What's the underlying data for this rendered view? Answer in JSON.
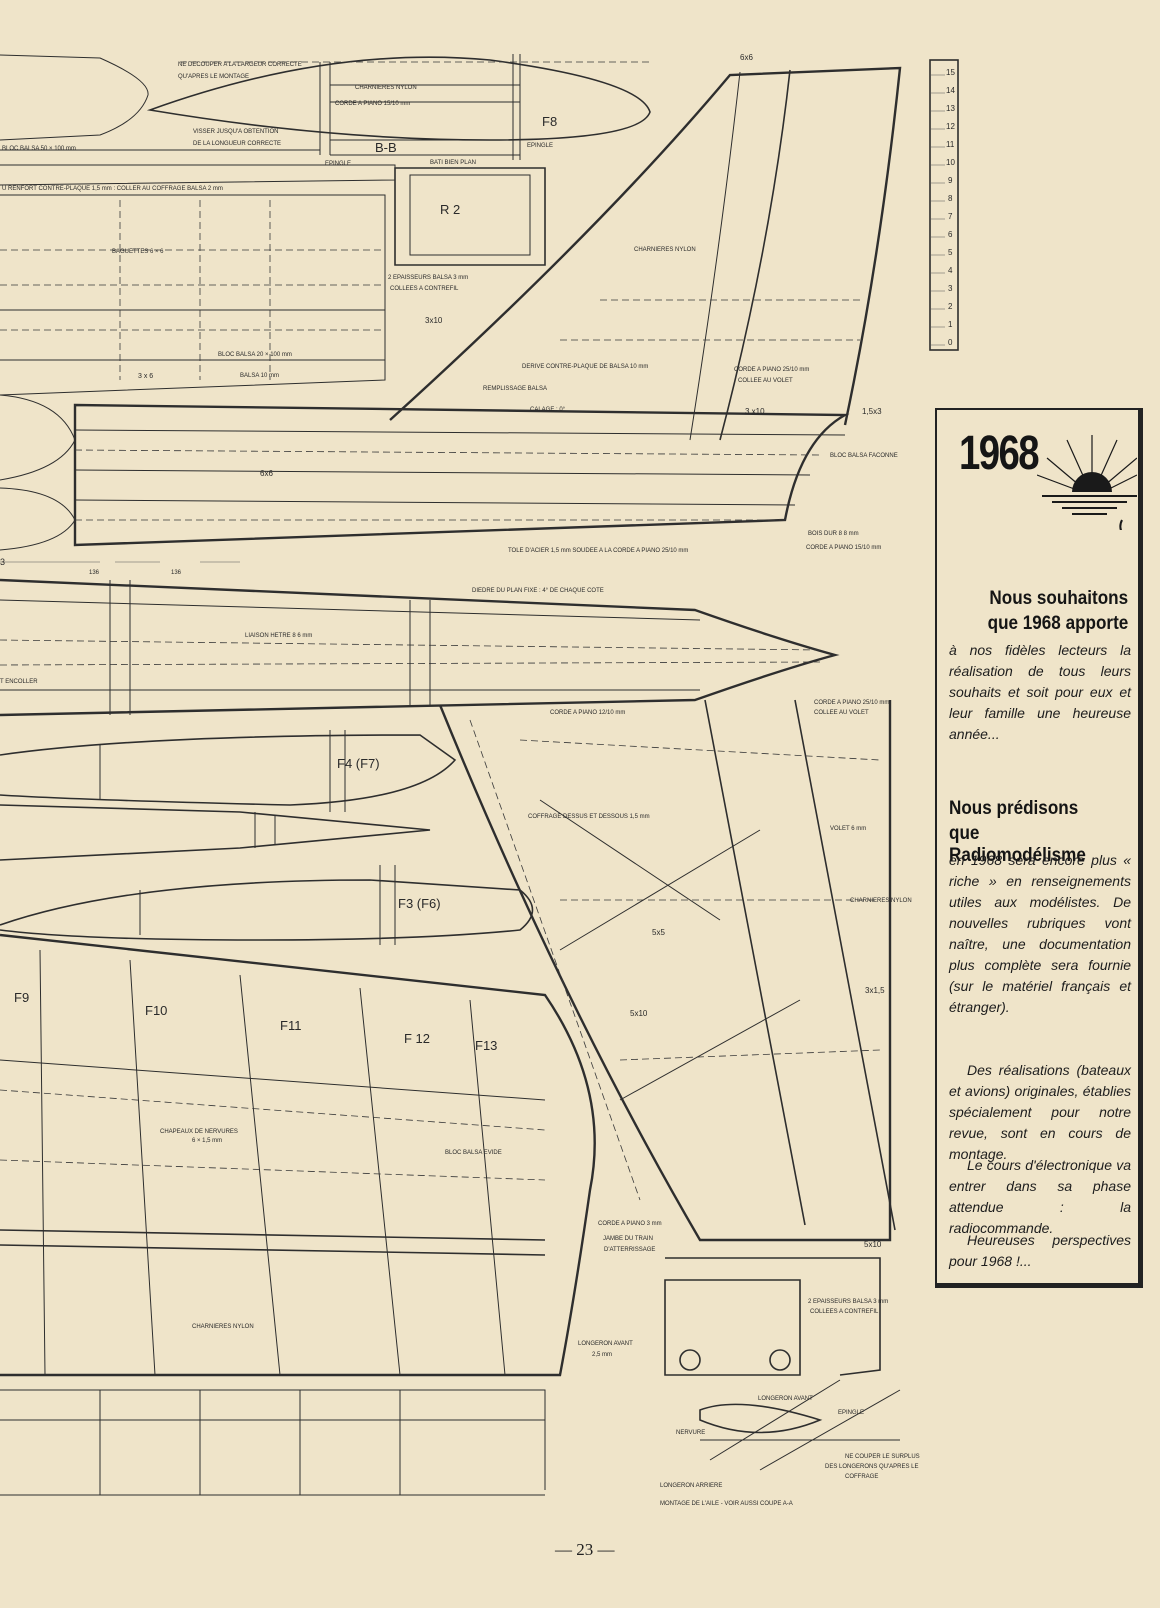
{
  "drawing": {
    "notes": {
      "decouper": "NE DECOUPER A LA LARGEUR CORRECTE",
      "apres_montage": "QU'APRES LE MONTAGE",
      "charnieres_top": "CHARNIERES NYLON",
      "corde_piano_15": "CORDE A PIANO 15/10 mm",
      "visser": "VISSER JUSQU'A OBTENTION",
      "longueur": "DE LA LONGUEUR CORRECTE",
      "bloc_balsa_50": "BLOC BALSA 50 × 100 mm",
      "epingle_left": "EPINGLE",
      "bb": "B-B",
      "epingle_right": "EPINGLE",
      "bati": "BATI BIEN PLAN",
      "f8": "F8",
      "renfort": "U RENFORT CONTRE-PLAQUE 1,5 mm : COLLER AU COFFRAGE BALSA 2 mm",
      "baguettes": "BAGUETTES 6 × 6",
      "r2": "R 2",
      "epaisseurs_top_1": "2 EPAISSEURS BALSA 3 mm",
      "epaisseurs_top_2": "COLLEES A CONTREFIL",
      "s3x10_a": "3x10",
      "bloc_balsa_20": "BLOC BALSA 20 × 100 mm",
      "s3x6": "3 x 6",
      "balsa_10": "BALSA 10 mm",
      "charnieres_fin": "CHARNIERES NYLON",
      "s6x6_top": "6x6",
      "derive": "DERIVE CONTRE-PLAQUE DE BALSA 10 mm",
      "corde_piano_25_a_1": "CORDE A PIANO 25/10 mm",
      "corde_piano_25_a_2": "COLLEE AU VOLET",
      "remplissage": "REMPLISSAGE BALSA",
      "calage": "CALAGE : 0°",
      "s3x10_b": "3 x10",
      "s15x3": "1,5x3",
      "bloc_faconne": "BLOC BALSA FACONNE",
      "s6x6_body": "6x6",
      "bois_dur": "BOIS DUR 8 8 mm",
      "corde_piano_15_b": "CORDE A PIANO 15/10 mm",
      "tole": "TOLE D'ACIER 1,5 mm SOUDEE A LA CORDE A PIANO 25/10 mm",
      "n3": "3",
      "d136_a": "136",
      "d136_b": "136",
      "diedre": "DIEDRE DU PLAN FIXE : 4° DE CHAQUE COTE",
      "liaison": "LIAISON HETRE 8 6 mm",
      "encoller": "T ENCOLLER",
      "corde_piano_12": "CORDE A PIANO 12/10 mm",
      "corde_piano_25_b_1": "CORDE A PIANO 25/10 mm",
      "corde_piano_25_b_2": "COLLEE AU VOLET",
      "f4": "F4 (F7)",
      "coffrage": "COFFRAGE DESSUS ET DESSOUS 1,5 mm",
      "volet": "VOLET 6 mm",
      "charnieres_stab": "CHARNIERES NYLON",
      "f3": "F3 (F6)",
      "s5x5": "5x5",
      "s5x10_a": "5x10",
      "s3x15": "3x1,5",
      "f9": "F9",
      "f10": "F10",
      "f11": "F11",
      "f12": "F 12",
      "f13": "F13",
      "chapeaux_1": "CHAPEAUX DE NERVURES",
      "chapeaux_2": "6 × 1,5 mm",
      "bloc_evide": "BLOC BALSA EVIDE",
      "corde_piano_3": "CORDE A PIANO 3 mm",
      "jambe_1": "JAMBE DU TRAIN",
      "jambe_2": "D'ATTERRISSAGE",
      "s5x10_b": "5x10",
      "epaisseurs_bot_1": "2 EPAISSEURS BALSA 3 mm",
      "epaisseurs_bot_2": "COLLEES A CONTREFIL",
      "charnieres_wing": "CHARNIERES NYLON",
      "longeron_avant_1": "LONGERON AVANT",
      "longeron_avant_2": "2,5 mm",
      "longeron_avant_detail": "LONGERON AVANT",
      "epingle_detail": "EPINGLE",
      "nervure": "NERVURE",
      "ne_couper_1": "NE COUPER LE SURPLUS",
      "ne_couper_2": "DES LONGERONS QU'APRES LE",
      "ne_couper_3": "COFFRAGE",
      "longeron_arriere": "LONGERON ARRIERE",
      "montage": "MONTAGE DE L'AILE - VOIR AUSSI COUPE A-A"
    },
    "ruler": [
      "0",
      "1",
      "2",
      "3",
      "4",
      "5",
      "6",
      "7",
      "8",
      "9",
      "10",
      "11",
      "12",
      "13",
      "14",
      "15"
    ]
  },
  "panel": {
    "year": "1968",
    "heading1_line1": "Nous souhaitons",
    "heading1_line2": "que 1968 apporte",
    "para1": "à nos fidèles lecteurs la réalisation de tous leurs souhaits et soit pour eux et leur famille une heureuse année...",
    "heading2_line1": "Nous prédisons",
    "heading2_line2": "que Radiomodélisme",
    "para2": "en 1968 sera encore plus « riche » en renseignements utiles aux modélistes. De nouvelles rubriques vont naître, une documentation plus complète sera fournie (sur le matériel français et étranger).",
    "para3": "Des réalisations (bateaux et avions) originales, établies spécialement pour notre revue, sont en cours de montage.",
    "para4": "Le cours d'électronique va entrer dans sa phase attendue : la radiocommande.",
    "para5": "Heureuses perspectives pour 1968 !..."
  },
  "page_number": "— 23 —"
}
